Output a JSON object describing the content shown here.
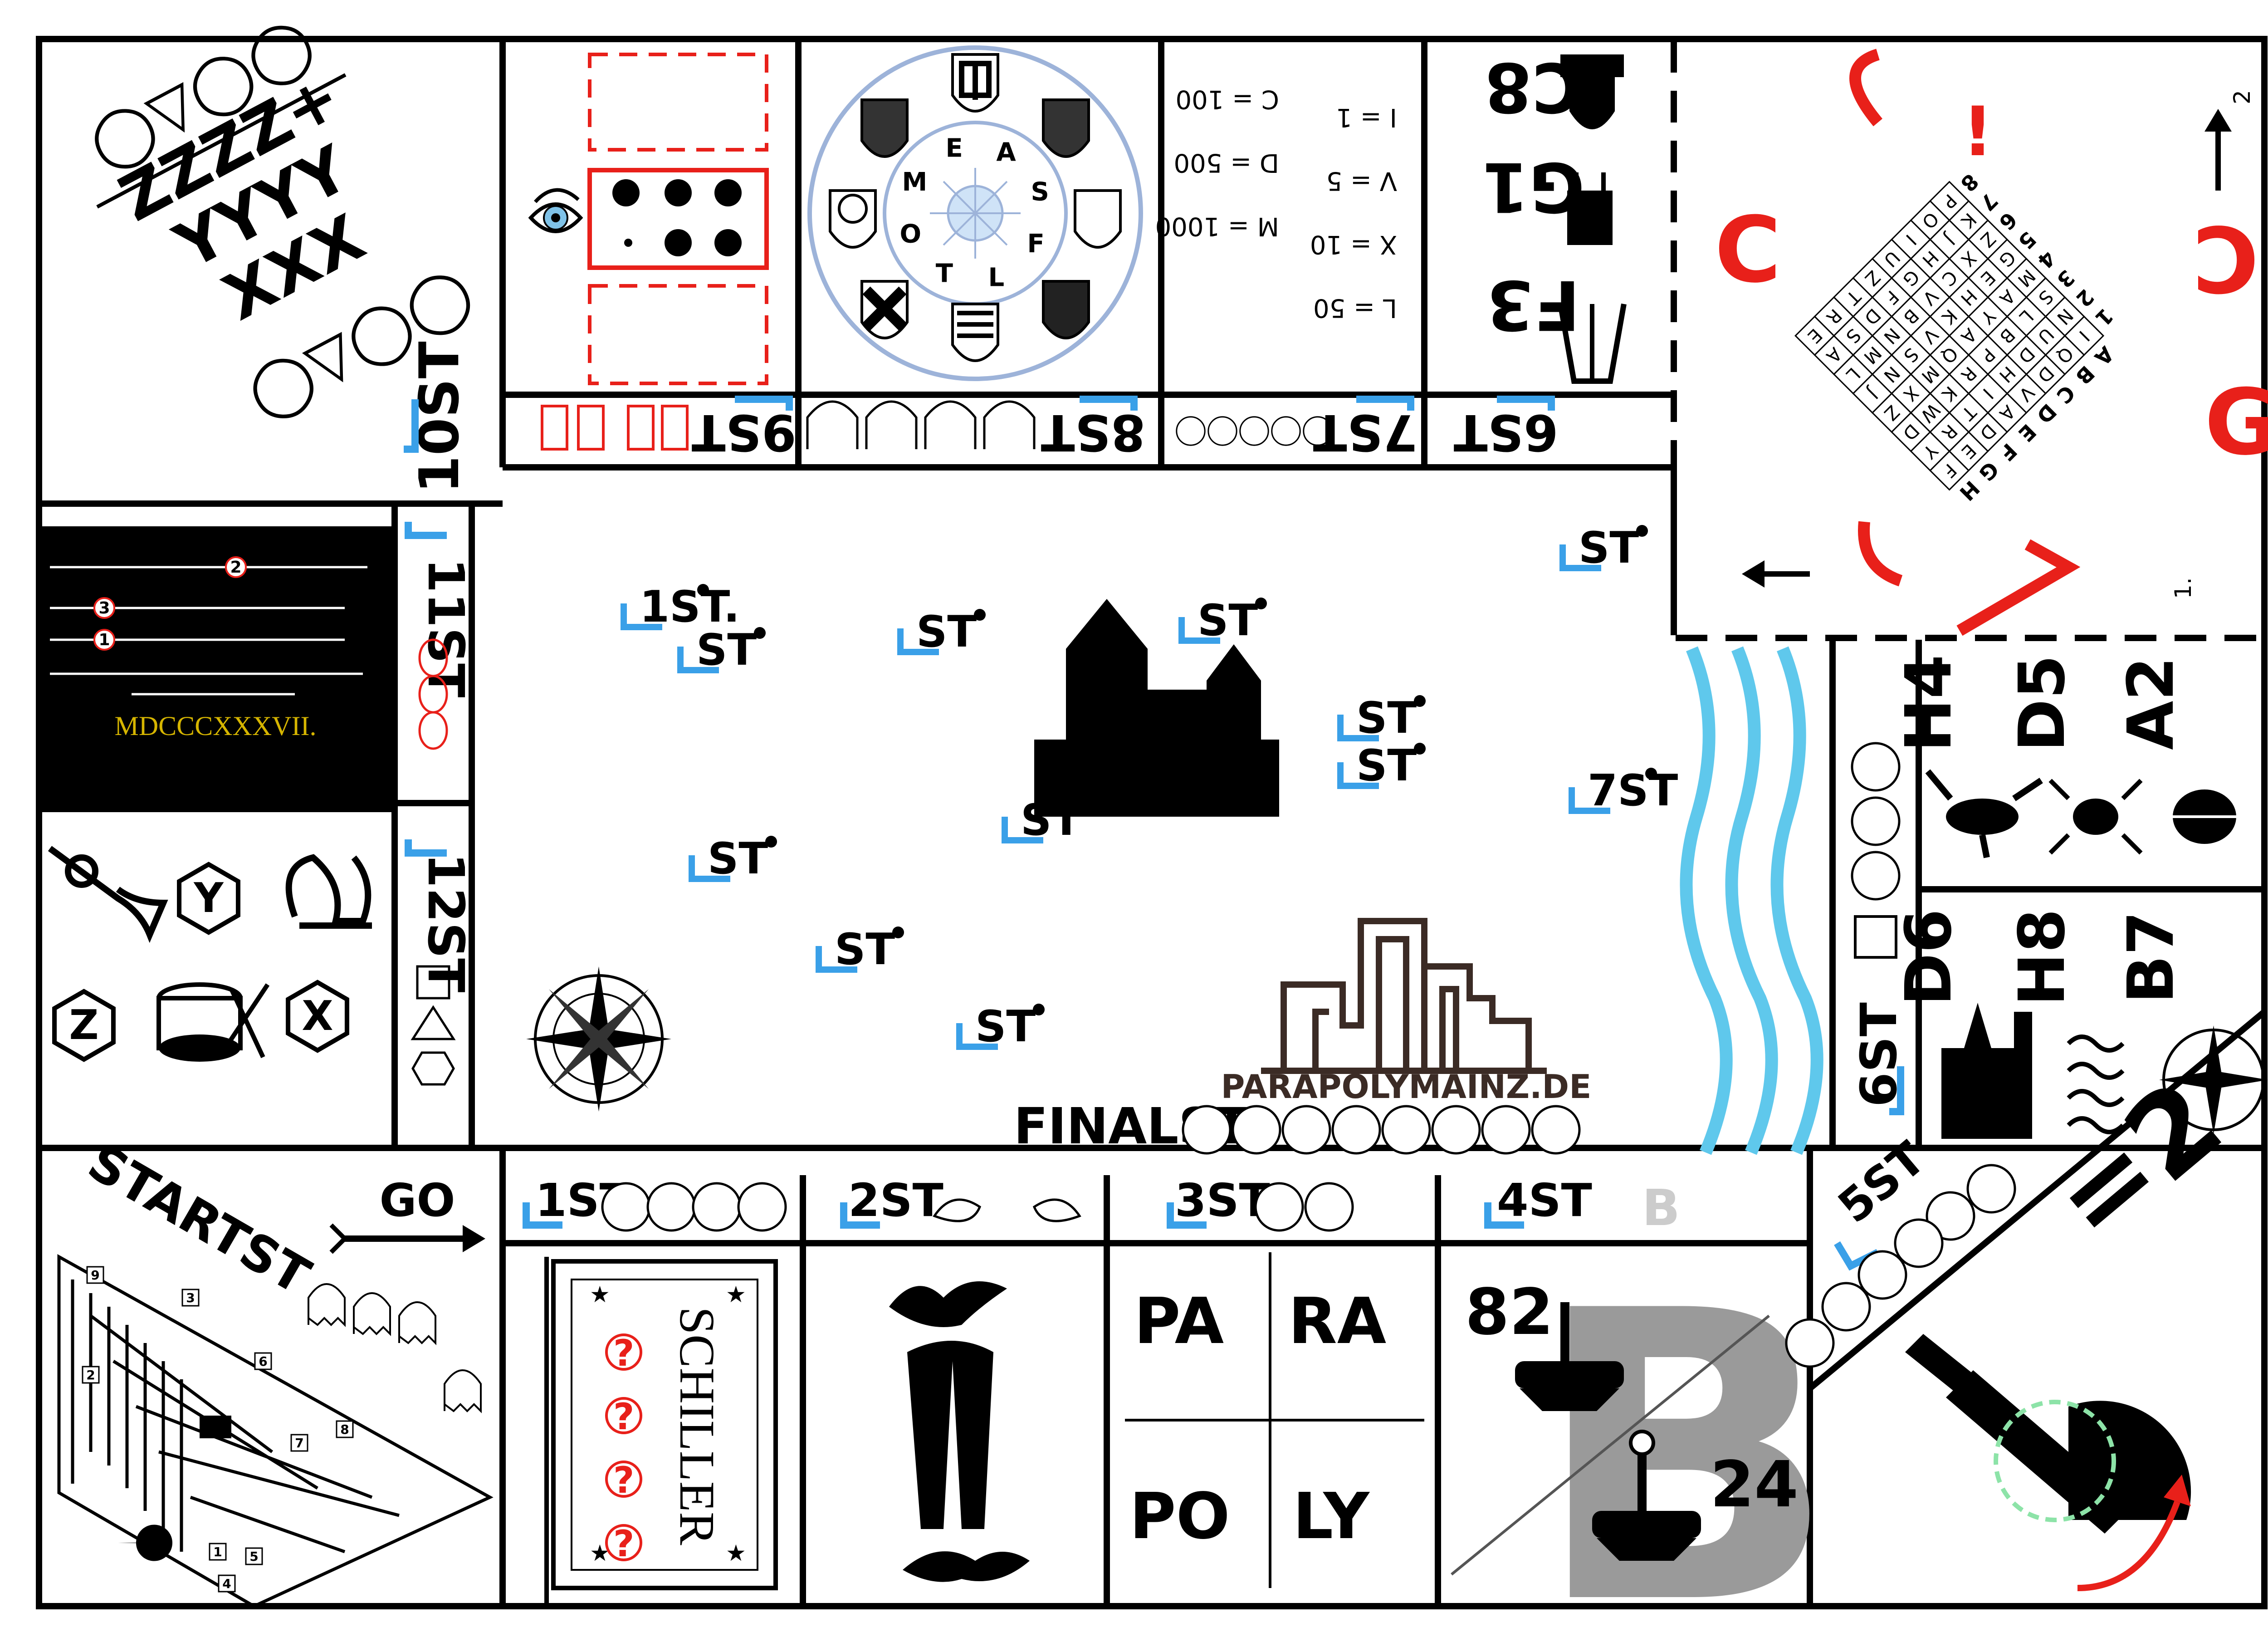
{
  "colors": {
    "ink": "#000000",
    "accent_blue": "#3aa0e8",
    "accent_red": "#e8201a",
    "river": "#5fc8ec",
    "grey": "#9a9a9a",
    "brown": "#3b2b25",
    "gold": "#d6b500"
  },
  "labels": {
    "st": "ST",
    "start": "STARTST",
    "go": "GO",
    "final": "FINALST",
    "logo": "PARAPOLYMAINZ.DE",
    "roman_year": "MDCCCXXXVII.",
    "schiller": "SCHILLER",
    "equals_two": "=2"
  },
  "stations": [
    "1ST",
    "2ST",
    "3ST",
    "4ST",
    "5ST",
    "6ST",
    "7ST",
    "8ST",
    "9ST",
    "10ST",
    "11ST",
    "12ST"
  ],
  "map_markers": [
    "1ST.",
    "ST",
    "ST",
    "ST",
    "ST",
    "ST",
    "ST",
    "ST",
    "ST",
    "ST",
    "ST",
    "7ST"
  ],
  "roman_numerals": [
    "I = 1",
    "V = 5",
    "X = 10",
    "L = 50",
    "C = 100",
    "D = 500",
    "M = 1000"
  ],
  "codes_right_top": [
    "F3",
    "G1",
    "C8"
  ],
  "codes_beasts": [
    "H4",
    "D5",
    "A2"
  ],
  "codes_places": [
    "D6",
    "H8",
    "B7"
  ],
  "music_letters": [
    "Y",
    "Z",
    "X"
  ],
  "staff_numbers": [
    "2",
    "3",
    "1"
  ],
  "seal_letters": [
    "M",
    "E",
    "A",
    "S",
    "F",
    "L",
    "T",
    "O"
  ],
  "para_words": [
    "PA",
    "RA",
    "PO",
    "LY"
  ],
  "tower_numbers": [
    "82",
    "24"
  ],
  "maze_numbers": [
    "9",
    "3",
    "6",
    "2",
    "8",
    "7",
    "1",
    "5",
    "4"
  ],
  "grid": {
    "cols": [
      "A",
      "B",
      "C",
      "D",
      "E",
      "F",
      "G",
      "H"
    ],
    "rows": [
      "1",
      "2",
      "3",
      "4",
      "5",
      "6",
      "7",
      "8"
    ],
    "cells": [
      [
        "I",
        "Q",
        "D",
        "V",
        "A",
        "D",
        "E",
        "F"
      ],
      [
        "N",
        "U",
        "D",
        "H",
        "I",
        "T",
        "R",
        "Y"
      ],
      [
        "S",
        "L",
        "B",
        "P",
        "R",
        "K",
        "W",
        "D"
      ],
      [
        "M",
        "A",
        "Y",
        "A",
        "Q",
        "M",
        "X",
        "Z"
      ],
      [
        "G",
        "E",
        "H",
        "K",
        "V",
        "S",
        "N",
        "J"
      ],
      [
        "Z",
        "X",
        "C",
        "V",
        "B",
        "N",
        "M",
        "L"
      ],
      [
        "K",
        "J",
        "H",
        "G",
        "F",
        "D",
        "S",
        "A"
      ],
      [
        "P",
        "O",
        "I",
        "U",
        "Z",
        "T",
        "R",
        "E"
      ]
    ]
  },
  "grid_marks": [
    "2",
    "1."
  ]
}
